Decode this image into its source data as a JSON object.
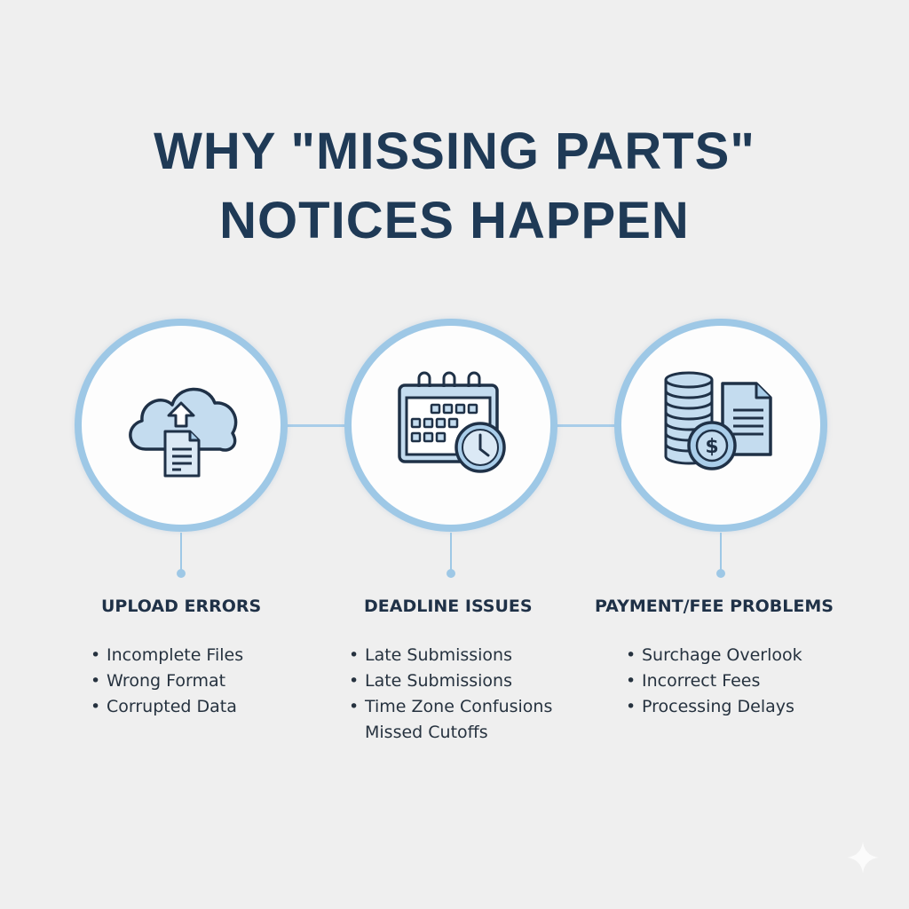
{
  "title": {
    "line1": "WHY \"MISSING PARTS\"",
    "line2": "NOTICES HAPPEN"
  },
  "colors": {
    "background": "#efefef",
    "title": "#1f3a56",
    "ring": "#9ec8e6",
    "icon_fill": "#c4dcef",
    "icon_stroke": "#1f3147"
  },
  "columns": [
    {
      "icon": "cloud-upload-document-icon",
      "heading": "UPLOAD ERRORS",
      "items": [
        {
          "bullet": "•",
          "text": "Incomplete Files"
        },
        {
          "bullet": "•",
          "text": "Wrong Format"
        },
        {
          "bullet": "•",
          "text": "Corrupted Data"
        }
      ]
    },
    {
      "icon": "calendar-clock-icon",
      "heading": "DEADLINE ISSUES",
      "items": [
        {
          "bullet": "•",
          "text": "Late Submissions"
        },
        {
          "bullet": "•",
          "text": "Late Submissions"
        },
        {
          "bullet": "•",
          "text": "Time Zone Confusions"
        },
        {
          "bullet": "",
          "text": "Missed Cutoffs"
        }
      ]
    },
    {
      "icon": "coins-invoice-dollar-icon",
      "heading": "PAYMENT/FEE PROBLEMS",
      "items": [
        {
          "bullet": "•",
          "text": "Surchage Overlook"
        },
        {
          "bullet": "•",
          "text": "Incorrect Fees"
        },
        {
          "bullet": "•",
          "text": "Processing Delays"
        }
      ]
    }
  ],
  "watermark": "sparkle-icon"
}
